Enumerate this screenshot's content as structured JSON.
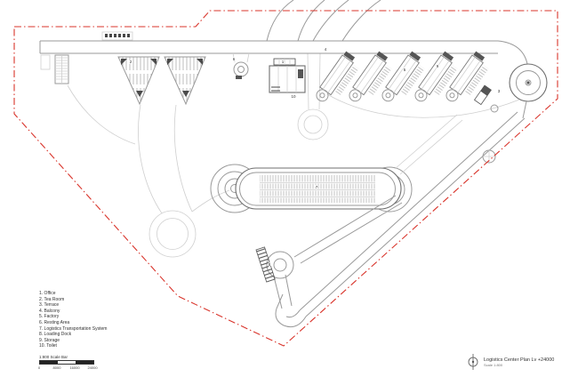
{
  "colors": {
    "boundary": "#d9342b",
    "line": "#9a9a9a",
    "line_strong": "#6f6f6f",
    "line_faint": "#cfcfcf",
    "dark": "#4a4a4a"
  },
  "legend": {
    "items": [
      "1. Office",
      "2. Tea Room",
      "3. Terrace",
      "4. Balcony",
      "5. Factory",
      "6. Resting Area",
      "7. Logistics Transportation System",
      "8. Loading Dock",
      "9. Storage",
      "10. Toilet"
    ]
  },
  "scalebar": {
    "label": "1:800 Scale Bar",
    "ticks": [
      "0",
      "8000",
      "16000",
      "24000"
    ]
  },
  "titleblock": {
    "title": "Logistics Center Plan Lv +24000",
    "scale": "Scale 1:800"
  },
  "plan_labels": [
    {
      "text": "1"
    },
    {
      "text": "2"
    },
    {
      "text": "3"
    },
    {
      "text": "4"
    },
    {
      "text": "5"
    },
    {
      "text": "6"
    },
    {
      "text": "7"
    },
    {
      "text": "8"
    },
    {
      "text": "9"
    },
    {
      "text": "10"
    }
  ]
}
